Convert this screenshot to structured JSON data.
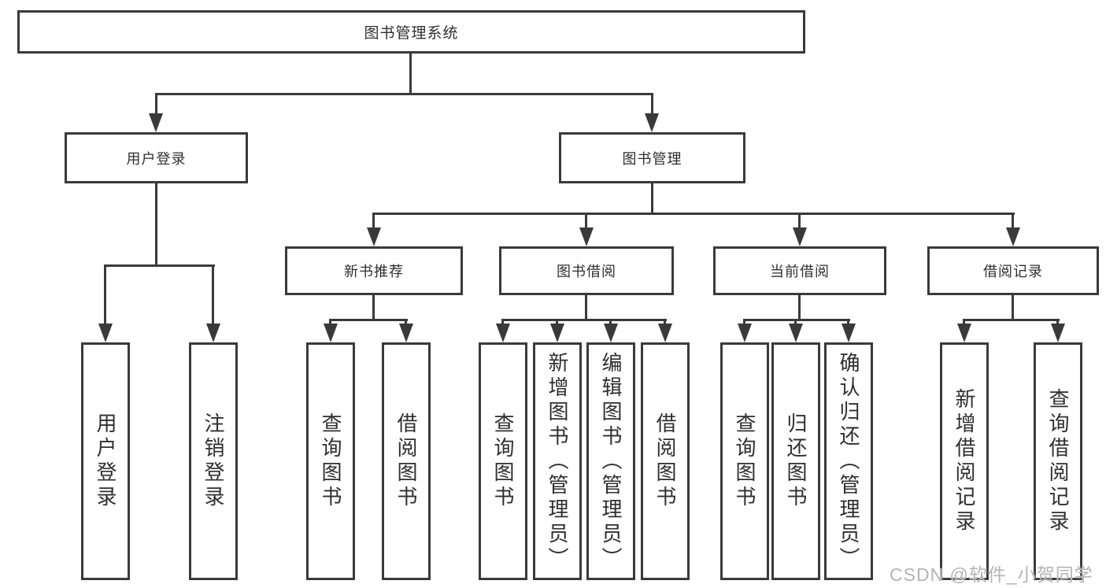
{
  "nodes": {
    "root": "图书管理系统",
    "user_login": "用户登录",
    "book_mgmt": "图书管理",
    "new_books": "新书推荐",
    "book_borrow": "图书借阅",
    "current_borrow": "当前借阅",
    "borrow_records": "借阅记录",
    "leaf_user_login": "用户登录",
    "leaf_logout": "注销登录",
    "leaf_nb_query": "查询图书",
    "leaf_nb_borrow": "借阅图书",
    "leaf_bb_query": "查询图书",
    "leaf_bb_add": "新增图书（管理员）",
    "leaf_bb_edit": "编辑图书（管理员）",
    "leaf_bb_borrow": "借阅图书",
    "leaf_cb_query": "查询图书",
    "leaf_cb_return": "归还图书",
    "leaf_cb_confirm": "确认归还（管理员）",
    "leaf_br_add": "新增借阅记录",
    "leaf_br_query": "查询借阅记录"
  },
  "watermark": "CSDN @软件_小贺同学",
  "colors": {
    "line": "#3a3a3a",
    "text": "#2f2f2f",
    "watermark": "#b4b4b4",
    "background": "#ffffff"
  }
}
